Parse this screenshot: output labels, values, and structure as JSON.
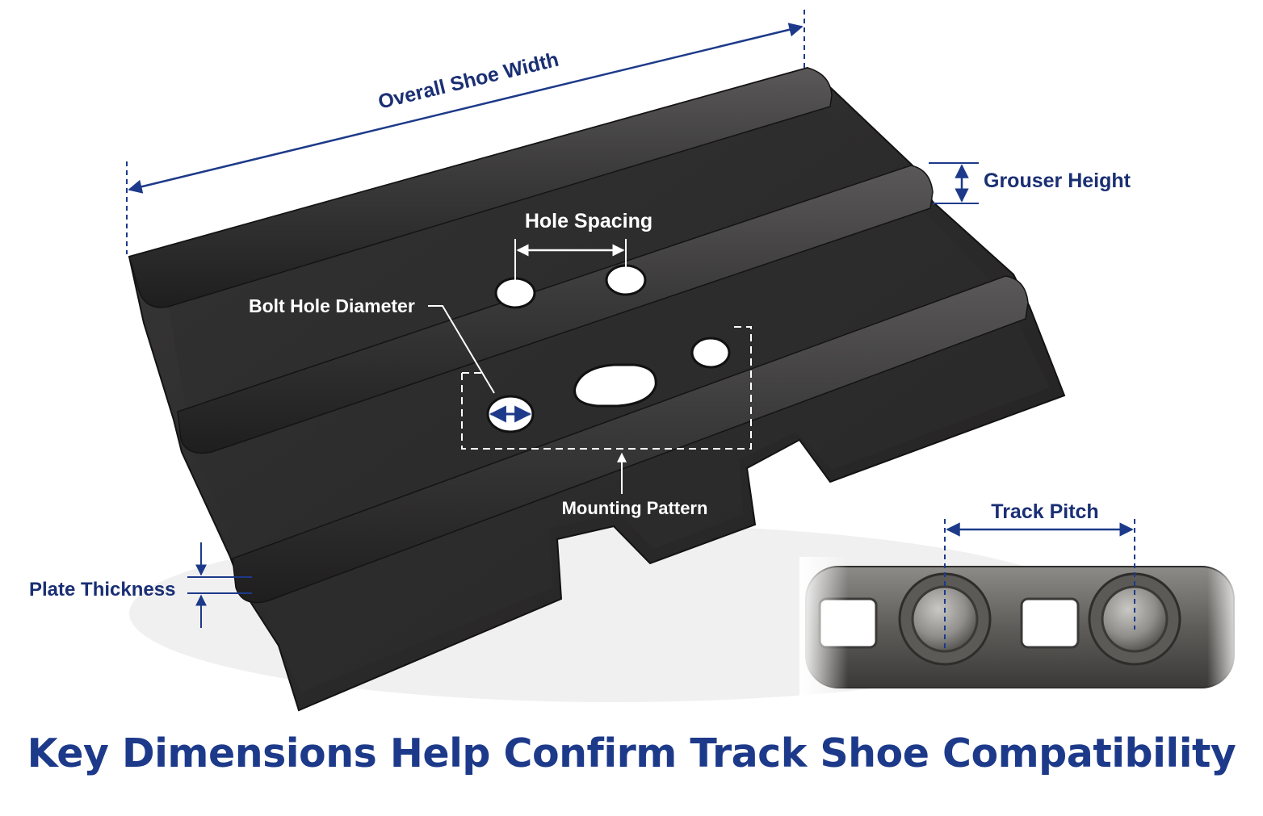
{
  "colors": {
    "accent": "#1d3a8a",
    "label_text": "#1a2f73",
    "label_on_dark": "#ffffff",
    "steel": "#2f2e2e",
    "steel_dark": "#1d1c1c",
    "steel_light": "#4a4848",
    "chain_light": "#a7a6a3",
    "chain_dark": "#4b4a47"
  },
  "icons": {
    "track_shoe": "track-shoe-plate-illustration",
    "track_chain": "track-chain-link-illustration"
  },
  "labels": {
    "overall_shoe_width": "Overall Shoe Width",
    "grouser_height": "Grouser Height",
    "hole_spacing": "Hole Spacing",
    "bolt_hole_diameter": "Bolt Hole Diameter",
    "mounting_pattern": "Mounting Pattern",
    "plate_thickness": "Plate Thickness",
    "track_pitch": "Track Pitch"
  },
  "title": "Key Dimensions Help Confirm Track Shoe Compatibility"
}
